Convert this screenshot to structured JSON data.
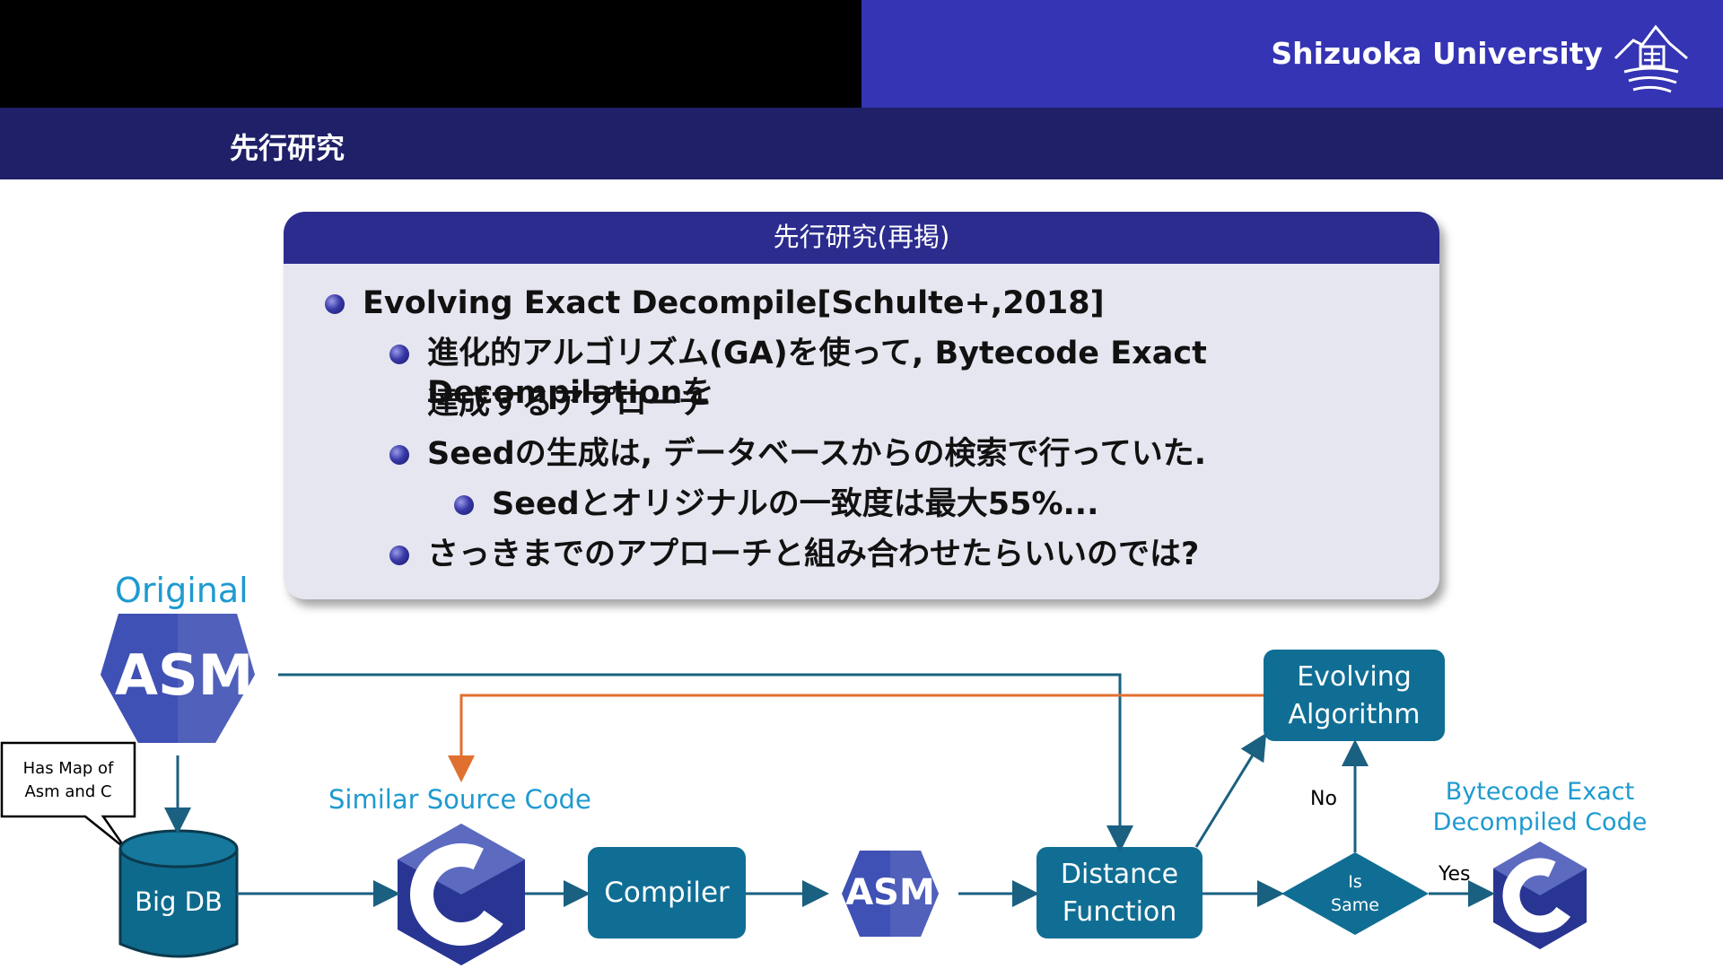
{
  "header": {
    "university_name": "Shizuoka University",
    "logo_icon": "shizuoka-university-logo-icon"
  },
  "slide": {
    "title": "先行研究"
  },
  "block": {
    "heading": "先行研究(再掲)",
    "items": [
      {
        "level": 1,
        "text": "Evolving Exact Decompile[Schulte+,2018]"
      },
      {
        "level": 2,
        "text": "進化的アルゴリズム(GA)を使って, Bytecode Exact Decompilationを"
      },
      {
        "level": 2,
        "text": "達成するアプローチ",
        "continuation": true
      },
      {
        "level": 2,
        "text": "Seedの生成は, データベースからの検索で行っていた."
      },
      {
        "level": 3,
        "text": "Seedとオリジナルの一致度は最大55%..."
      },
      {
        "level": 2,
        "text": "さっきまでのアプローチと組み合わせたらいいのでは?"
      }
    ]
  },
  "diagram": {
    "original_label": "Original",
    "asm_text": "ASM",
    "callout_line1": "Has Map of",
    "callout_line2": "Asm and C",
    "bigdb_label": "Big DB",
    "similar_source_label": "Similar  Source  Code",
    "compiler_label": "Compiler",
    "asm2_text": "ASM",
    "distance_line1": "Distance",
    "distance_line2": "Function",
    "evolving_line1": "Evolving",
    "evolving_line2": "Algorithm",
    "no_label": "No",
    "yes_label": "Yes",
    "is_same_line1": "Is",
    "is_same_line2": "Same",
    "bytecode_line1": "Bytecode  Exact",
    "bytecode_line2": "Decompiled  Code",
    "colors": {
      "box": "#106e94",
      "arrow": "#1a6080",
      "feedback": "#e07030",
      "cyan": "#1e9ad0",
      "hex": "#3f51b5"
    }
  }
}
